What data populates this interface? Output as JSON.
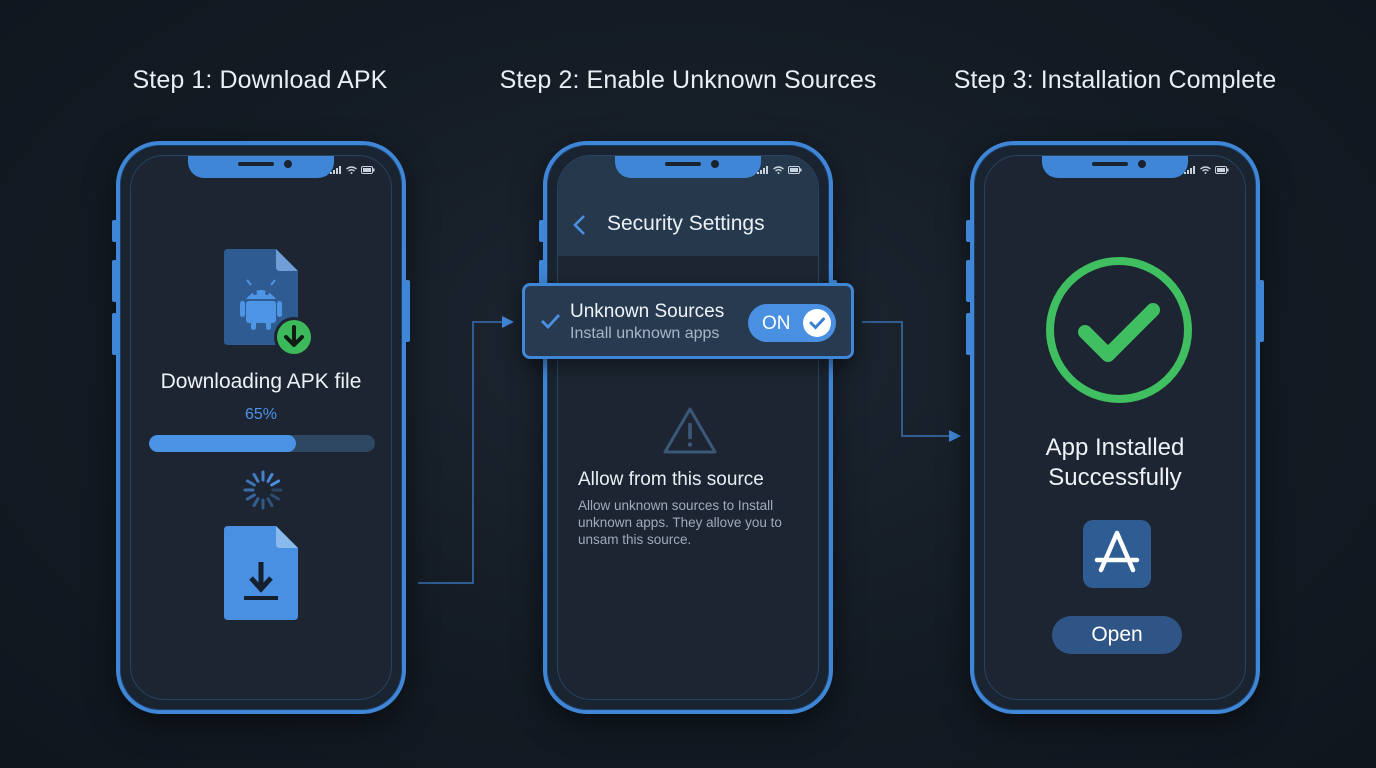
{
  "steps": [
    {
      "title": "Step 1: Download APK"
    },
    {
      "title": "Step 2: Enable Unknown Sources"
    },
    {
      "title": "Step 3: Installation Complete"
    }
  ],
  "step1": {
    "label": "Downloading APK file",
    "progress_text": "65%",
    "progress_fraction": 0.65
  },
  "step2": {
    "header_title": "Security Settings",
    "card": {
      "title": "Unknown Sources",
      "subtitle": "Install unknown apps",
      "toggle_label": "ON"
    },
    "allow_title": "Allow from this source",
    "allow_description": "Allow unknown sources to Install unknown apps. They allove you to unsam this source."
  },
  "step3": {
    "status_line1": "App Installed",
    "status_line2": "Successfully",
    "open_label": "Open"
  },
  "colors": {
    "accent": "#3f86d6",
    "success": "#3fbf5f",
    "background": "#141b24"
  },
  "icons": [
    "android-file-icon",
    "download-badge-icon",
    "loading-spinner-icon",
    "download-file-icon",
    "back-chevron-icon",
    "checkmark-icon",
    "warning-icon",
    "success-check-icon",
    "app-store-icon"
  ]
}
